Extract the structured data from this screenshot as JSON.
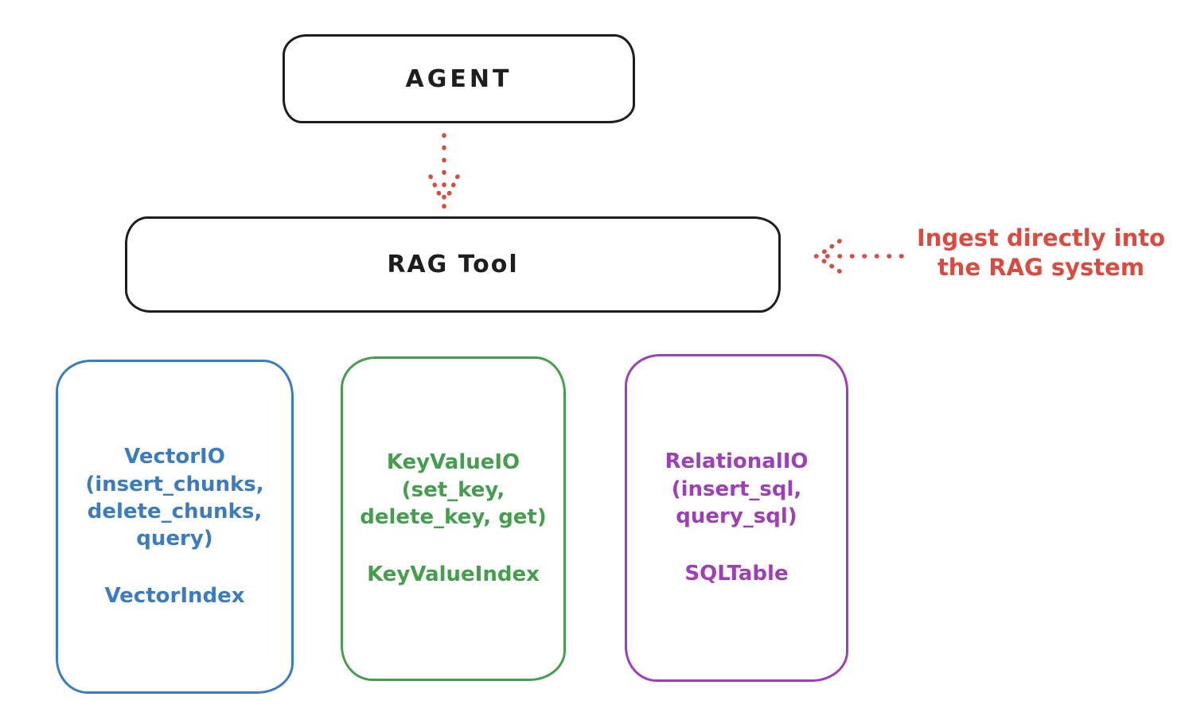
{
  "colors": {
    "ink": "#1e1e1e",
    "red": "#d94a3f",
    "blue": "#3b7bc0",
    "green": "#459e4d",
    "purple": "#9c3fb8",
    "background": "#ffffff"
  },
  "agent": {
    "label": "AGENT"
  },
  "rag_tool": {
    "label": "RAG Tool"
  },
  "annotation": {
    "line1": "Ingest directly into",
    "line2": "the RAG system"
  },
  "boxes": {
    "vector": {
      "l1": "VectorIO",
      "l2": "(insert_chunks,",
      "l3": "delete_chunks,",
      "l4": "query)",
      "index": "VectorIndex"
    },
    "keyvalue": {
      "l1": "KeyValueIO",
      "l2": "(set_key,",
      "l3": "delete_key, get)",
      "index": "KeyValueIndex"
    },
    "relational": {
      "l1": "RelationalIO",
      "l2": "(insert_sql,",
      "l3": "query_sql)",
      "index": "SQLTable"
    }
  }
}
